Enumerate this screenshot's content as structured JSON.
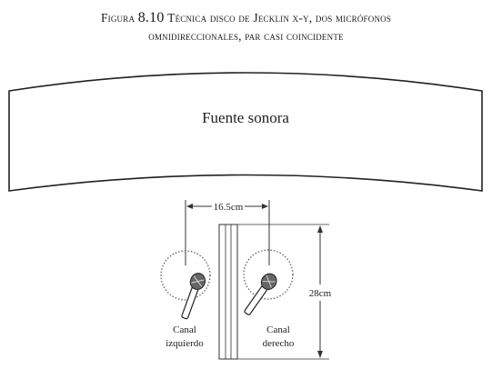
{
  "caption": {
    "label": "Figura",
    "number": "8.10",
    "title_line1": "Técnica disco de Jecklin x-y, dos micrófonos",
    "title_line2": "omnidireccionales, par casi coincidente"
  },
  "diagram": {
    "source_label": "Fuente sonora",
    "spacing_label": "16.5cm",
    "disc_label": "28cm",
    "left_channel": [
      "Canal",
      "izquierdo"
    ],
    "right_channel": [
      "Canal",
      "derecho"
    ]
  }
}
